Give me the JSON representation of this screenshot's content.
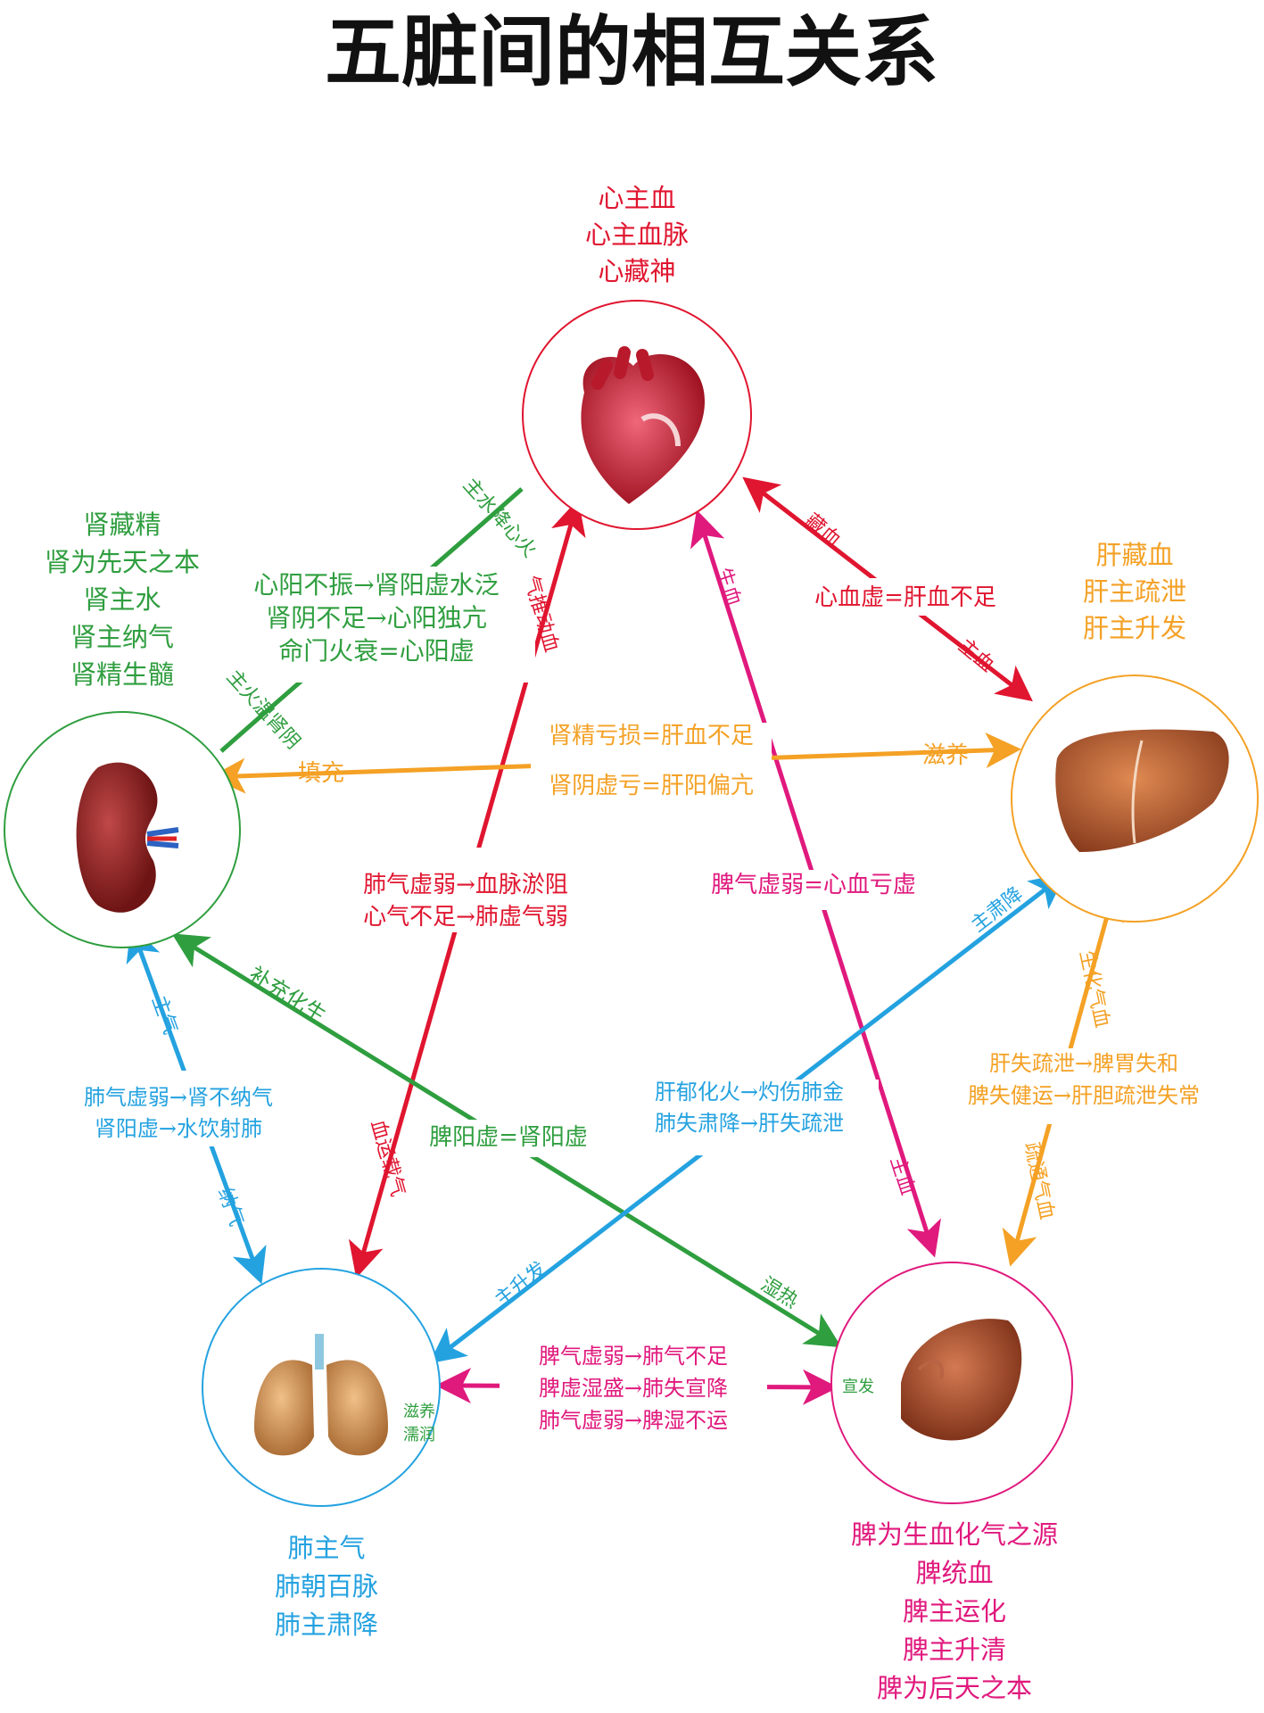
{
  "title": "五脏间的相互关系",
  "colors": {
    "heart": "#e0152f",
    "liver": "#f4a125",
    "kidney": "#2f9e3f",
    "lung": "#24a2e0",
    "spleen": "#e0197d",
    "title": "#111111"
  },
  "organs": {
    "heart": {
      "icon": "heart-organ-icon",
      "lines": [
        "心主血",
        "心主血脉",
        "心藏神"
      ]
    },
    "liver": {
      "icon": "liver-organ-icon",
      "lines": [
        "肝藏血",
        "肝主疏泄",
        "肝主升发"
      ]
    },
    "kidney": {
      "icon": "kidney-organ-icon",
      "lines": [
        "肾藏精",
        "肾为先天之本",
        "肾主水",
        "肾主纳气",
        "肾精生髓"
      ]
    },
    "lung": {
      "icon": "lung-organ-icon",
      "lines": [
        "肺主气",
        "肺朝百脉",
        "肺主肃降"
      ],
      "inner": [
        "滋养",
        "濡润"
      ]
    },
    "spleen": {
      "icon": "spleen-organ-icon",
      "lines": [
        "脾为生血化气之源",
        "脾统血",
        "脾主运化",
        "脾主升清",
        "脾为后天之本"
      ],
      "inner": "宣发"
    }
  },
  "relations": {
    "heart_kidney": {
      "label_top": "主水降心火",
      "label_bottom": "主火温肾阴",
      "lines": [
        "心阳不振→肾阳虚水泛",
        "肾阴不足→心阳独亢",
        "命门火衰=心阳虚"
      ]
    },
    "heart_liver": {
      "label_top": "藏血",
      "label_bottom": "主血",
      "center": "心血虚=肝血不足"
    },
    "liver_kidney": {
      "label_left": "填充",
      "label_right": "滋养",
      "lines": [
        "肾精亏损=肝血不足",
        "肾阴虚亏=肝阳偏亢"
      ]
    },
    "heart_lung": {
      "label_top": "气推动血",
      "label_bottom": "血运载气",
      "lines": [
        "肺气虚弱→血脉淤阻",
        "心气不足→肺虚气弱"
      ]
    },
    "heart_spleen": {
      "label_top": "生血",
      "label_bottom": "主血",
      "center": "脾气虚弱=心血亏虚"
    },
    "kidney_lung": {
      "label_top": "主气",
      "label_bottom": "纳气",
      "lines": [
        "肺气虚弱→肾不纳气",
        "肾阳虚→水饮射肺"
      ]
    },
    "kidney_spleen": {
      "label_top": "补充化生",
      "label_bottom": "湿热",
      "center": "脾阳虚=肾阳虚"
    },
    "lung_liver": {
      "label_top": "主肃降",
      "label_bottom": "主升发",
      "lines": [
        "肝郁化火→灼伤肺金",
        "肺失肃降→肝失疏泄"
      ]
    },
    "liver_spleen": {
      "label_top": "生化气血",
      "label_bottom": "疏通气血",
      "lines": [
        "肝失疏泄→脾胃失和",
        "脾失健运→肝胆疏泄失常"
      ]
    },
    "lung_spleen": {
      "lines": [
        "脾气虚弱→肺气不足",
        "脾虚湿盛→肺失宣降",
        "肺气虚弱→脾湿不运"
      ]
    }
  }
}
